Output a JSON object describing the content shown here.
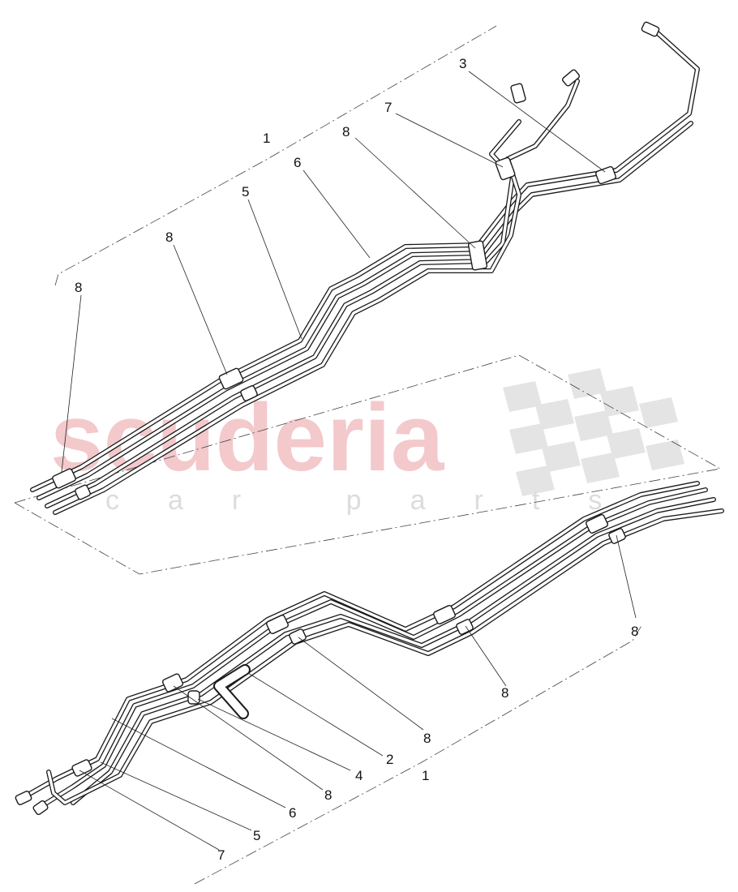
{
  "watermark": {
    "brand": "scuderia",
    "tagline": "car parts"
  },
  "callouts": {
    "top": {
      "group": "1",
      "clip_upper_right": "3",
      "clip_branch": "7",
      "clip_mid": "8",
      "line_6": "6",
      "line_5": "5",
      "clip_left_mid": "8",
      "clip_left_end": "8"
    },
    "bottom": {
      "group": "1",
      "clip_right": "8",
      "clip_center": "8",
      "clip_center_left": "8",
      "hose_2": "2",
      "clamp_4": "4",
      "clip_left": "8",
      "line_6": "6",
      "line_5": "5",
      "clip_7": "7"
    }
  }
}
